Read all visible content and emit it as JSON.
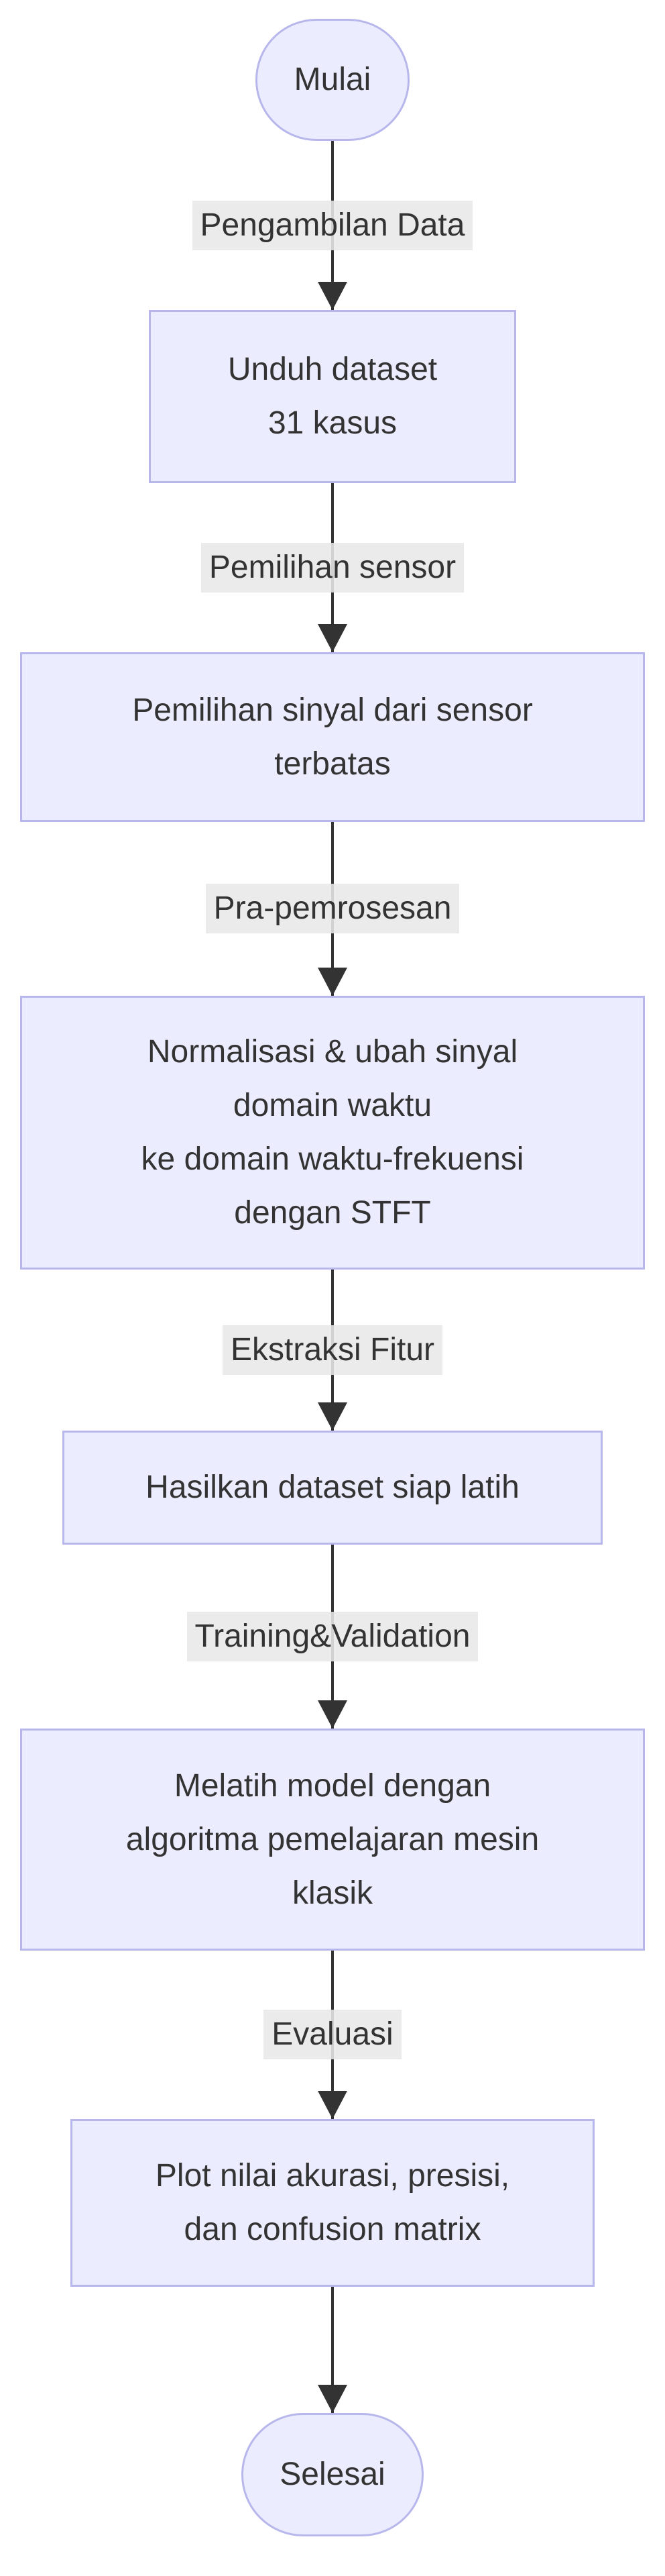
{
  "flow": {
    "type": "flowchart-vertical",
    "colors": {
      "background": "#ffffff",
      "node_fill": "#ececff",
      "node_border": "#b7b7ec",
      "edge_line": "#333333",
      "edge_label_bg": "#e8e8e8",
      "text": "#333333"
    },
    "nodes": [
      {
        "id": "mulai",
        "shape": "stadium",
        "lines": [
          "Mulai"
        ]
      },
      {
        "id": "unduh-dataset",
        "shape": "rect",
        "lines": [
          "Unduh dataset",
          "31 kasus"
        ]
      },
      {
        "id": "pemilihan-sinyal",
        "shape": "rect",
        "lines": [
          "Pemilihan sinyal dari sensor",
          "terbatas"
        ]
      },
      {
        "id": "normalisasi-stft",
        "shape": "rect",
        "lines": [
          "Normalisasi & ubah sinyal",
          "domain waktu",
          "ke domain waktu-frekuensi",
          "dengan STFT"
        ]
      },
      {
        "id": "hasilkan-dataset",
        "shape": "rect",
        "lines": [
          "Hasilkan dataset siap latih"
        ]
      },
      {
        "id": "melatih-model",
        "shape": "rect",
        "lines": [
          "Melatih model dengan",
          "algoritma pemelajaran mesin",
          "klasik"
        ]
      },
      {
        "id": "plot-evaluasi",
        "shape": "rect",
        "lines": [
          "Plot nilai akurasi, presisi,",
          "dan confusion matrix"
        ]
      },
      {
        "id": "selesai",
        "shape": "stadium",
        "lines": [
          "Selesai"
        ]
      }
    ],
    "edge_labels": [
      "Pengambilan Data",
      "Pemilihan sensor",
      "Pra-pemrosesan",
      "Ekstraksi Fitur",
      "Training&Validation",
      "Evaluasi"
    ]
  }
}
